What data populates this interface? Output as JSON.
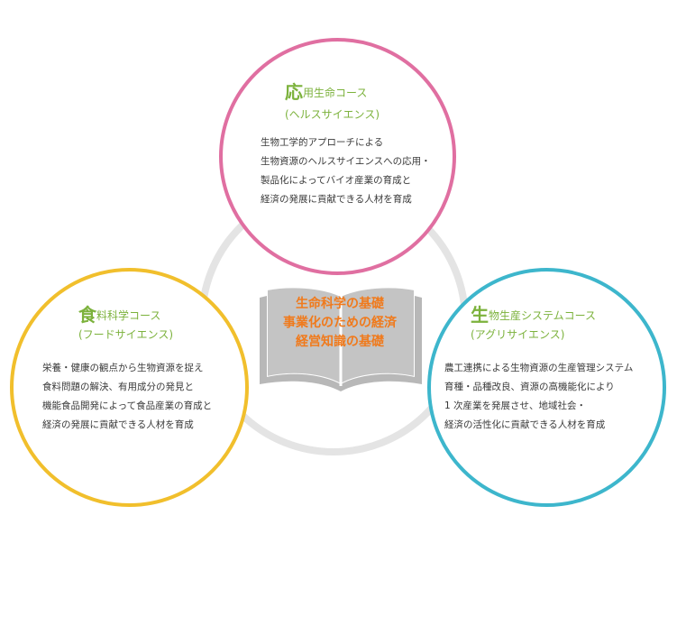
{
  "courses": [
    {
      "initial": "応",
      "name_rest": "用生命コース",
      "subtitle": "(ヘルスサイエンス)",
      "lines": [
        "生物工学的アプローチによる",
        "生物資源のヘルスサイエンスへの応用・",
        "製品化によってバイオ産業の育成と",
        "経済の発展に貢献できる人材を育成"
      ]
    },
    {
      "initial": "食",
      "name_rest": "料科学コース",
      "subtitle": "(フードサイエンス)",
      "lines": [
        "栄養・健康の観点から生物資源を捉え",
        "食料問題の解決、有用成分の発見と",
        "機能食品開発によって食品産業の育成と",
        "経済の発展に貢献できる人材を育成"
      ]
    },
    {
      "initial": "生",
      "name_rest": "物生産システムコース",
      "subtitle": "(アグリサイエンス)",
      "lines": [
        "農工連携による生物資源の生産管理システム",
        "育種・品種改良、資源の高機能化により",
        "1 次産業を発展させ、地域社会・",
        "経済の活性化に貢献できる人材を育成"
      ]
    }
  ],
  "core": {
    "lines": [
      "生命科学の基礎",
      "事業化のための経済",
      "経営知識の基礎"
    ]
  },
  "colors": {
    "pink": "#e06fa1",
    "yellow": "#f1bf2c",
    "cyan": "#3db6cc",
    "green_title": "#7cb23c",
    "orange_core": "#f07a1c",
    "ring_gray": "#e4e4e4",
    "book_gray": "#c4c4c4"
  },
  "icons": {
    "book": "open-book-icon"
  }
}
